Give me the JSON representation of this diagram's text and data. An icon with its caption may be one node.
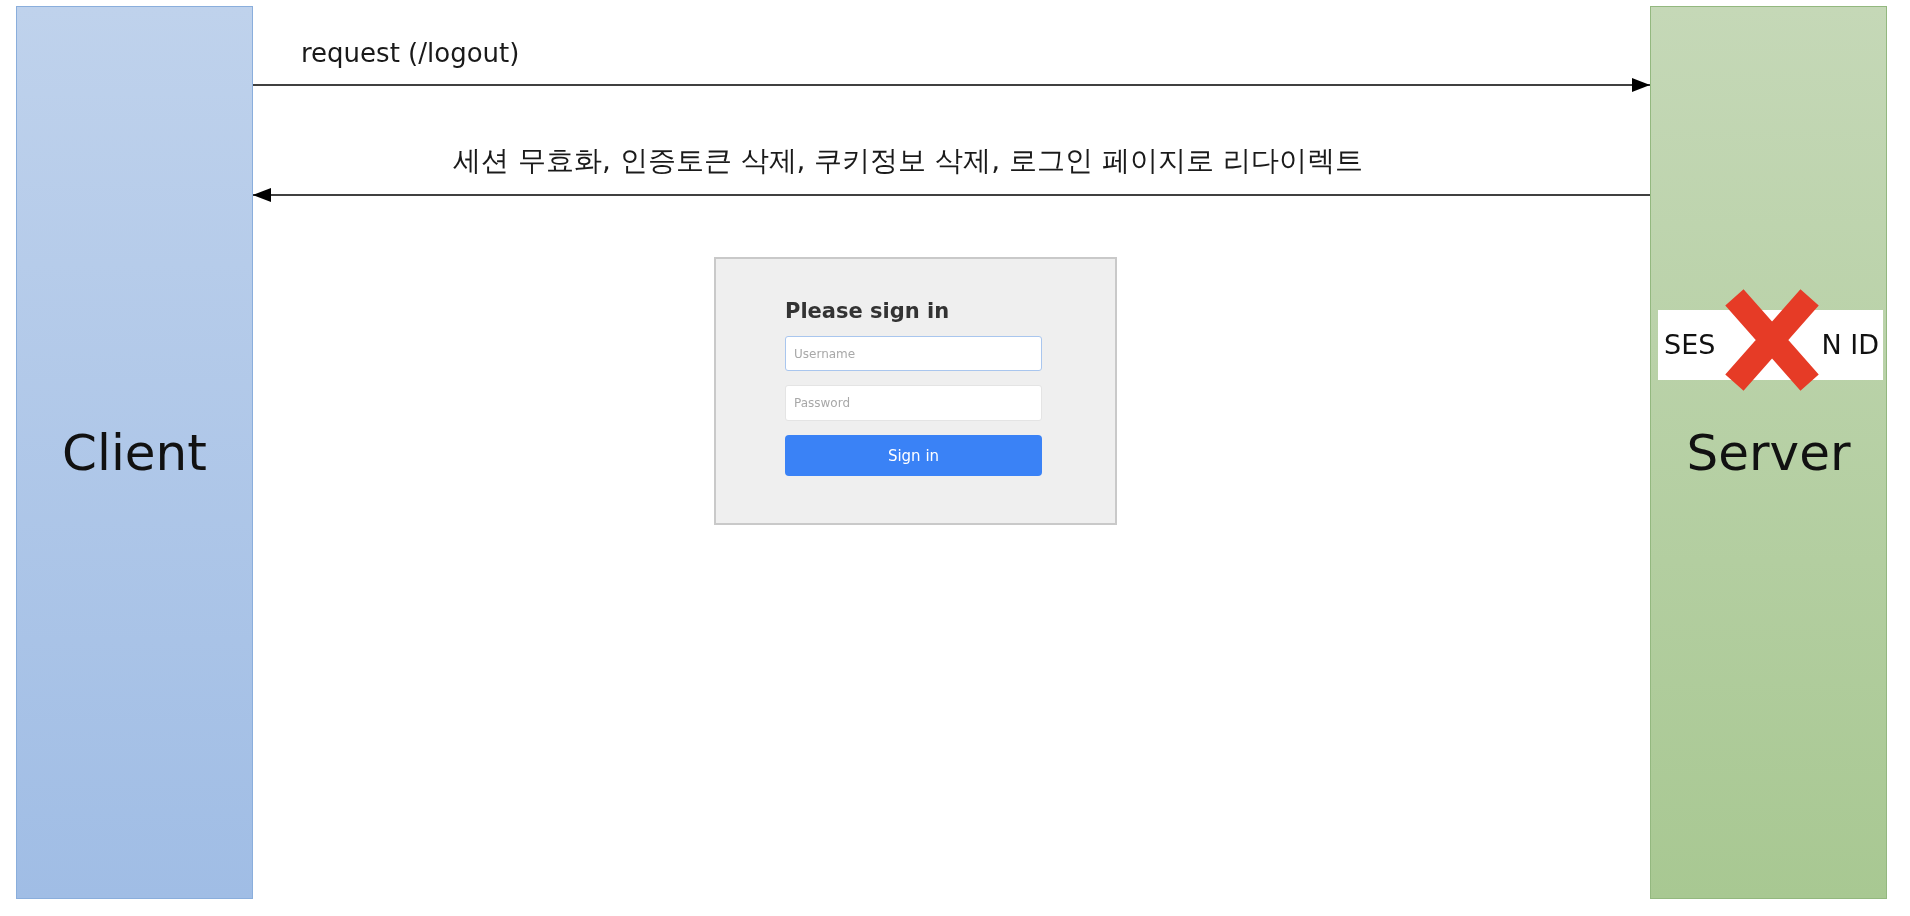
{
  "diagram": {
    "nodes": [
      {
        "text": [
          "Client"
        ]
      },
      {
        "text": [
          "Server"
        ]
      },
      {
        "text": [
          "SES",
          "N ID"
        ],
        "in": 1
      },
      {
        "text": [
          "Please sign in"
        ]
      },
      {
        "text": [
          "Username"
        ],
        "in": 3
      },
      {
        "text": [
          "Password"
        ],
        "in": 3
      },
      {
        "text": [
          "Sign in"
        ],
        "in": 3
      }
    ],
    "edges": [
      {
        "from": 0,
        "to": 1,
        "arrow": "to",
        "label": "request (/logout)"
      },
      {
        "from": 1,
        "to": 0,
        "arrow": "to",
        "label": "세션 무효화, 인증토큰 삭제, 쿠키정보 삭제, 로그인 페이지로 리다이렉트"
      }
    ]
  }
}
